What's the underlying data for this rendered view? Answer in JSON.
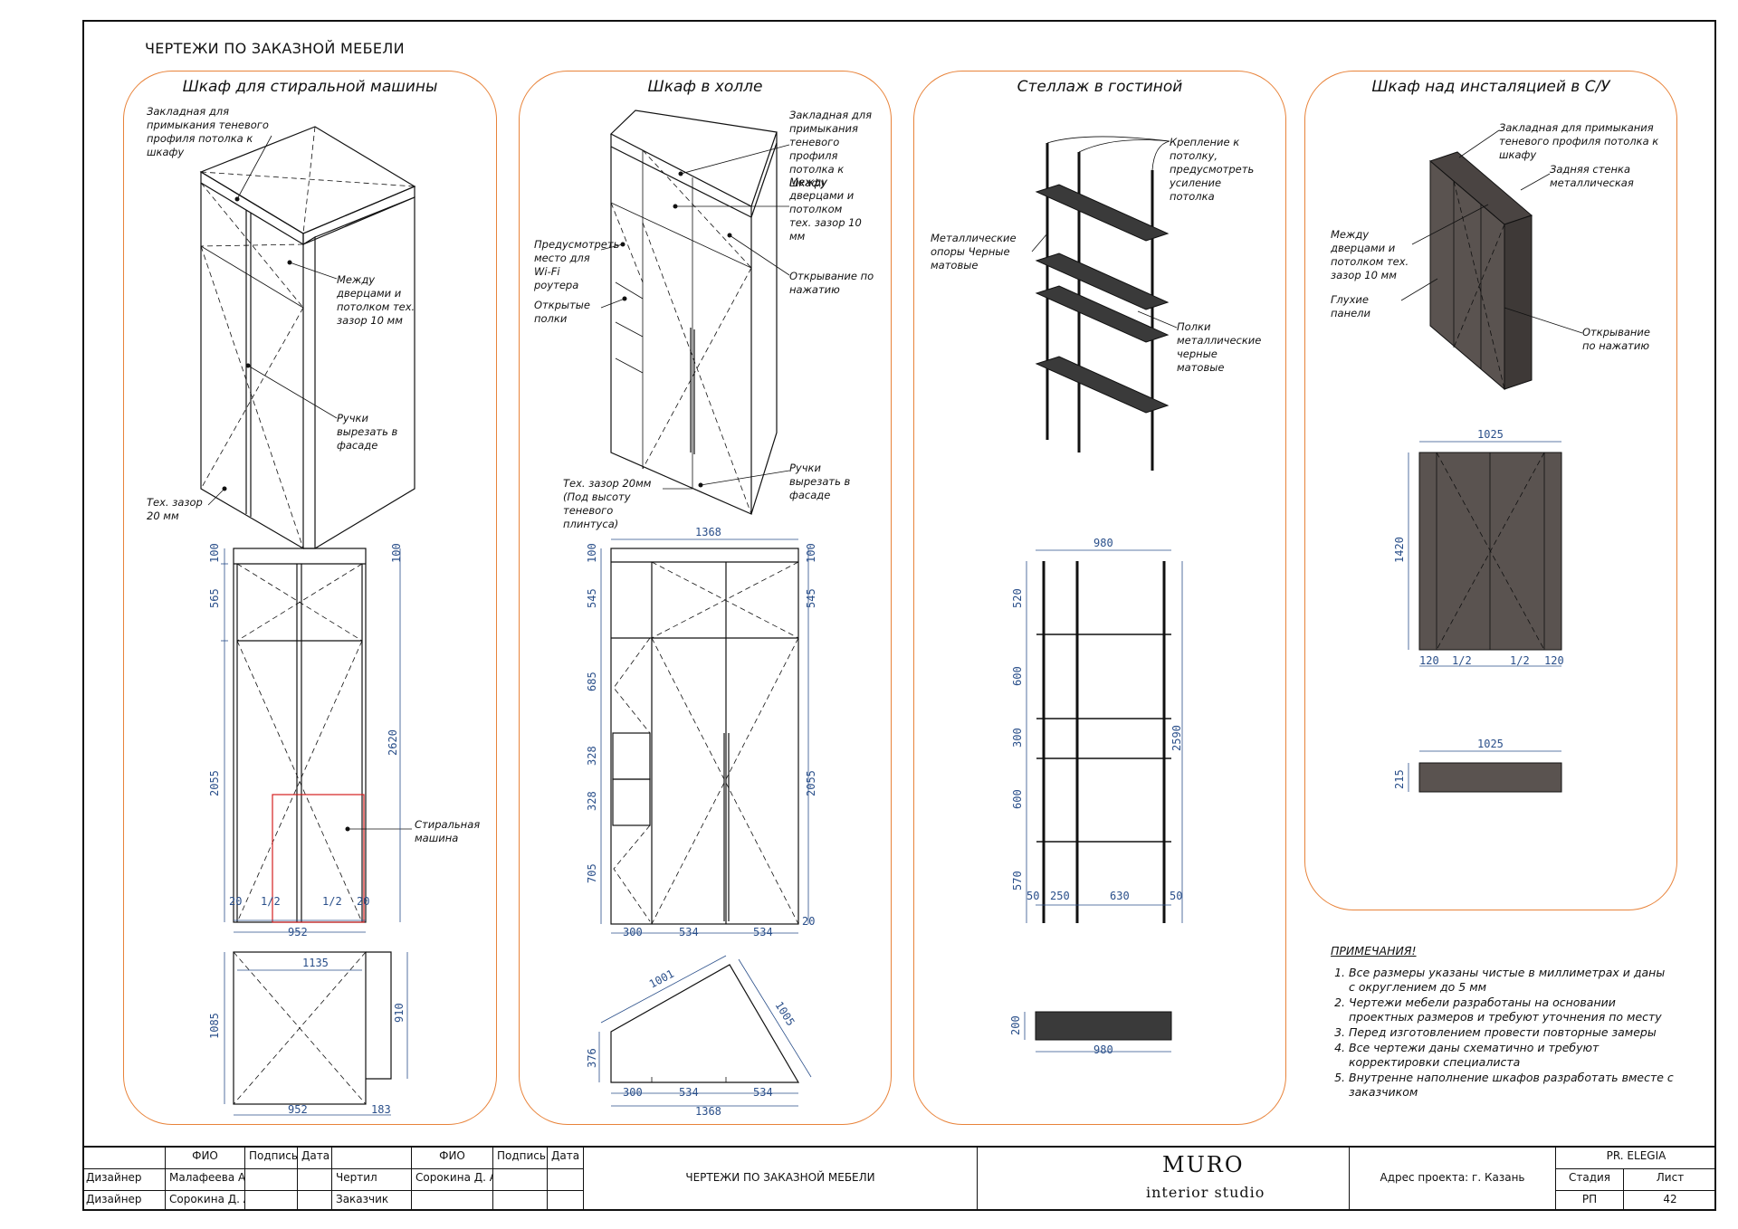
{
  "sheet_title": "ЧЕРТЕЖИ ПО ЗАКАЗНОЙ МЕБЕЛИ",
  "panels": [
    {
      "title": "Шкаф для стиральной машины"
    },
    {
      "title": "Шкаф в холле"
    },
    {
      "title": "Стеллаж в гостиной"
    },
    {
      "title": "Шкаф над инсталяцией в С/У"
    }
  ],
  "labels": {
    "p1_embed": "Закладная для примыкания теневого профиля потолка к шкафу",
    "p1_gap": "Между дверцами и потолком тех. зазор 10 мм",
    "p1_handles": "Ручки вырезать в фасаде",
    "p1_tech": "Тех. зазор 20 мм",
    "p1_washer": "Стиральная машина",
    "p2_embed": "Закладная для примыкания теневого профиля потолка к шкафу",
    "p2_gap": "Между дверцами и потолком тех. зазор 10 мм",
    "p2_wifi": "Предусмотреть место для Wi-Fi роутера",
    "p2_open": "Открывание по нажатию",
    "p2_shelves": "Открытые полки",
    "p2_handles": "Ручки вырезать в фасаде",
    "p2_tech": "Тех. зазор 20мм (Под высоту теневого плинтуса)",
    "p3_mount": "Крепление к потолку, предусмотреть усиление потолка",
    "p3_supports": "Металлические опоры Черные матовые",
    "p3_shelves": "Полки металлические черные матовые",
    "p4_embed": "Закладная для примыкания теневого профиля потолка к шкафу",
    "p4_back": "Задняя стенка металлическая",
    "p4_gap": "Между дверцами и потолком тех. зазор 10 мм",
    "p4_blind": "Глухие панели",
    "p4_open": "Открывание по нажатию"
  },
  "dims": {
    "p1_front": [
      "100",
      "565",
      "2055",
      "2620",
      "100",
      "20",
      "1/2",
      "1/2",
      "20",
      "952"
    ],
    "p1_plan": [
      "1135",
      "1085",
      "910",
      "952",
      "183"
    ],
    "p2_front": [
      "1368",
      "100",
      "545",
      "685",
      "328",
      "328",
      "705",
      "100",
      "545",
      "2055",
      "20",
      "300",
      "534",
      "534"
    ],
    "p2_plan": [
      "1001",
      "1005",
      "376",
      "300",
      "534",
      "534",
      "1368"
    ],
    "p3_front": [
      "980",
      "520",
      "600",
      "300",
      "600",
      "570",
      "2590",
      "50",
      "250",
      "630",
      "50"
    ],
    "p3_plan": [
      "200",
      "980"
    ],
    "p4_front": [
      "1025",
      "1420",
      "120",
      "1/2",
      "1/2",
      "120"
    ],
    "p4_plan": [
      "1025",
      "215"
    ]
  },
  "notes": {
    "title": "ПРИМЕЧАНИЯ!",
    "items": [
      "Все размеры указаны чистые в миллиметрах и даны с округлением до 5 мм",
      "Чертежи мебели разработаны на основании проектных размеров и требуют уточнения по месту",
      "Перед изготовлением провести повторные замеры",
      "Все чертежи даны схематично и требуют корректировки специалиста",
      "Внутренне наполнение шкафов разработать вместе с заказчиком"
    ]
  },
  "titleblock": {
    "h_fio": "ФИО",
    "h_sign": "Подпись",
    "h_date": "Дата",
    "r1_role": "Дизайнер",
    "r1_name": "Малафеева А. В",
    "r2_role": "Дизайнер",
    "r2_name": "Сорокина Д. А.",
    "h2_fio": "ФИО",
    "h2_sign": "Подпись",
    "h2_date": "Дата",
    "r3_role": "Чертил",
    "r3_name": "Сорокина Д. А.",
    "r4_role": "Заказчик",
    "r4_name": "",
    "sheet_name": "ЧЕРТЕЖИ ПО ЗАКАЗНОЙ МЕБЕЛИ",
    "logo_main": "MURO",
    "logo_sub": "interior studio",
    "address": "Адрес проекта: г. Казань",
    "project": "PR. ELEGIA",
    "stage_label": "Стадия",
    "sheet_label": "Лист",
    "stage": "РП",
    "sheet_no": "42"
  },
  "colors": {
    "panel_border": "#e8833a",
    "dimension": "#2a4f8a",
    "metal": "#3a3a3a",
    "dark_panel": "#5a5350",
    "washer_outline": "#d42020"
  }
}
